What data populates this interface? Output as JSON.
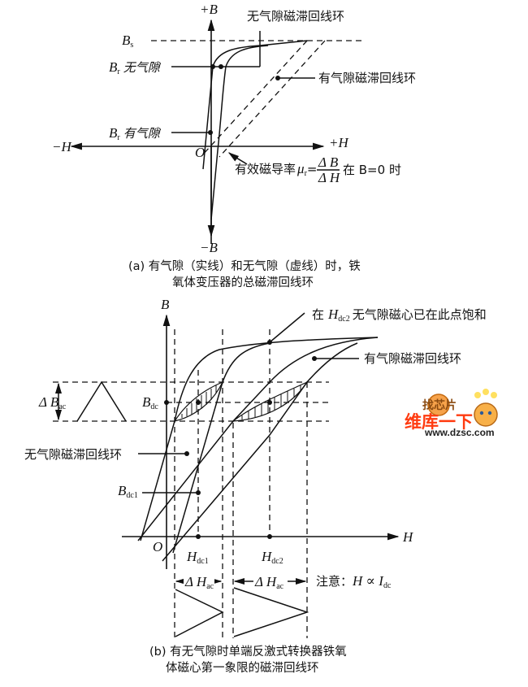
{
  "figure_a": {
    "axis_labels": {
      "pos_b": "+B",
      "neg_b": "−B",
      "pos_h": "+H",
      "neg_h": "−H",
      "origin": "O"
    },
    "bs_label": "B",
    "bs_sub": "s",
    "br_no_gap_label": "B",
    "br_no_gap_sub": "r",
    "br_no_gap_text": "无气隙",
    "br_gap_label": "B",
    "br_gap_sub": "r",
    "br_gap_text": "有气隙",
    "no_gap_loop_label": "无气隙磁滞回线环",
    "gap_loop_label": "有气隙磁滞回线环",
    "permeability_text": "有效磁导率",
    "mu_symbol": "μ",
    "mu_sub": "r",
    "fraction_num": "Δ B",
    "fraction_den": "Δ H",
    "condition_text": "在 B=0 时",
    "caption_line1": "(a) 有气隙（实线）和无气隙（虚线）时，铁",
    "caption_line2": "氧体变压器的总磁滞回线环"
  },
  "figure_b": {
    "axis_labels": {
      "b": "B",
      "h": "H",
      "origin": "O"
    },
    "saturation_note_prefix": "在",
    "saturation_note_h": "H",
    "saturation_note_sub": "dc2",
    "saturation_note_suffix": "无气隙磁心已在此点饱和",
    "gap_loop_label": "有气隙磁滞回线环",
    "no_gap_loop_label": "无气隙磁滞回线环",
    "delta_b_ac": "Δ B",
    "delta_b_ac_sub": "ac",
    "b_dc": "B",
    "b_dc_sub": "dc",
    "b_dc1": "B",
    "b_dc1_sub": "dc1",
    "h_dc1": "H",
    "h_dc1_sub": "dc1",
    "h_dc2": "H",
    "h_dc2_sub": "dc2",
    "delta_h_ac_1": "Δ H",
    "delta_h_ac_1_sub": "ac",
    "delta_h_ac_2": "Δ H",
    "delta_h_ac_2_sub": "ac",
    "note_prefix": "注意：",
    "note_formula": "H ∝ I",
    "note_sub": "dc",
    "caption_line1": "(b) 有无气隙时单端反激式转换器铁氧",
    "caption_line2": "体磁心第一象限的磁滞回线环"
  },
  "watermark": {
    "top_text": "找芯片",
    "main_text": "维库一下",
    "url": "www.dzsc.com"
  }
}
